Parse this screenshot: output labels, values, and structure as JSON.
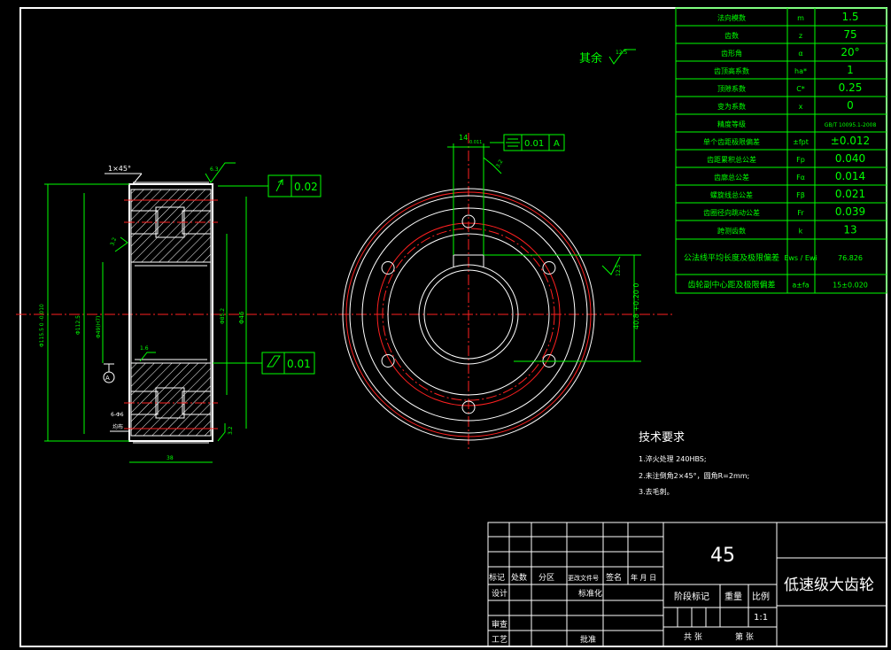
{
  "params": {
    "rows": [
      {
        "name": "法向模数",
        "sym": "m",
        "val": "1.5"
      },
      {
        "name": "齿数",
        "sym": "z",
        "val": "75"
      },
      {
        "name": "齿形角",
        "sym": "α",
        "val": "20°"
      },
      {
        "name": "齿顶高系数",
        "sym": "ha*",
        "val": "1"
      },
      {
        "name": "顶隙系数",
        "sym": "C*",
        "val": "0.25"
      },
      {
        "name": "变为系数",
        "sym": "x",
        "val": "0"
      },
      {
        "name": "精度等级",
        "sym": "",
        "val": "GB/T 10095.1-2008"
      },
      {
        "name": "单个齿距极限偏差",
        "sym": "±fpt",
        "val": "±0.012"
      },
      {
        "name": "齿距累积总公差",
        "sym": "Fp",
        "val": "0.040"
      },
      {
        "name": "齿廓总公差",
        "sym": "Fα",
        "val": "0.014"
      },
      {
        "name": "螺旋线总公差",
        "sym": "Fβ",
        "val": "0.021"
      },
      {
        "name": "齿圈径向跳动公差",
        "sym": "Fr",
        "val": "0.039"
      },
      {
        "name": "跨测齿数",
        "sym": "k",
        "val": "13"
      },
      {
        "name": "公法线平均长度及极限偏差",
        "sym": "Ews / Ewi",
        "val": "76.826"
      },
      {
        "name": "齿轮副中心距及极限偏差",
        "sym": "a±fa",
        "val": "15±0.020"
      }
    ]
  },
  "surface_note": {
    "text": "其余",
    "value": "12.5"
  },
  "tolerances": {
    "runout_top": "0.02",
    "runout_side": "0.01",
    "symmetry": "0.01",
    "symmetry_datum": "A",
    "keyway_width": "14",
    "keyway_tol": "0.011"
  },
  "side_view": {
    "chamfer": "1×45°",
    "rough_top": "6.3",
    "rough_left": "3.2",
    "rough_mid": "1.6",
    "rough_bottom": "3.2",
    "rough_right_view": "12.5",
    "rough_key": "3.2",
    "dia_outer": "Φ115.5 0 -0.010",
    "dia_root": "Φ112.5",
    "dia_bore": "Φ49(H7)",
    "dia_hub": "Φ85.2",
    "dia_right": "Φ46",
    "width": "38",
    "hole_note": "6-Φ6",
    "hole_label": "均布",
    "keyway_depth": "40.8 +0.20 0",
    "datum": "A"
  },
  "tech_req": {
    "title": "技术要求",
    "lines": [
      "1.淬火处理 240HBS;",
      "2.未注倒角2×45°，圆角R=2mm;",
      "3.去毛刺。"
    ]
  },
  "title_block": {
    "material": "45",
    "part_name": "低速级大齿轮",
    "row_labels": [
      "标记",
      "处数",
      "分区",
      "更改文件号",
      "签名",
      "年 月 日"
    ],
    "design": "设计",
    "standard": "标准化",
    "review": "审查",
    "process": "工艺",
    "approve": "批准",
    "stage": "阶段标记",
    "weight": "重量",
    "scale": "比例",
    "scale_val": "1:1",
    "sheets": "共  张",
    "sheet": "第  张"
  }
}
